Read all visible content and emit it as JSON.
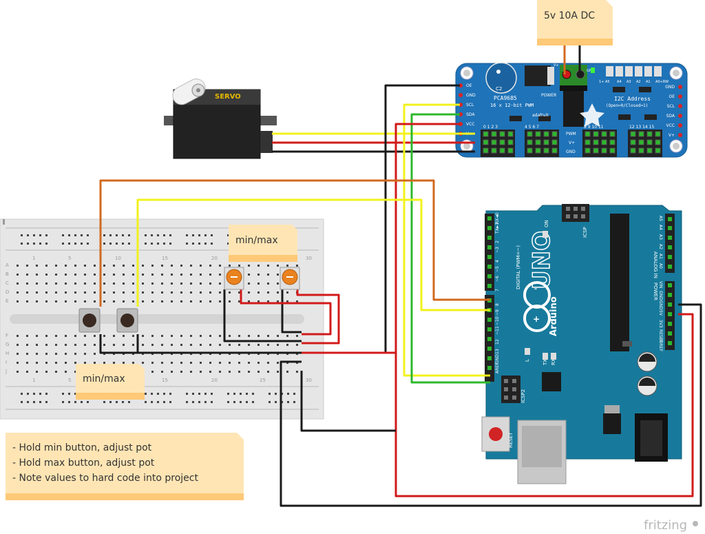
{
  "power_note": {
    "text": "5v 10A DC"
  },
  "servo": {
    "label": "SERVO"
  },
  "pwm_board": {
    "name": "PCA9685",
    "subtitle": "16 x 12-bit PWM",
    "brand": "adafruit",
    "power_label": "POWER",
    "c2_label": "C2",
    "i2c_title": "I2C Address",
    "i2c_sub": "(Open=0/Closed=1)",
    "left_pins": [
      "OE",
      "GND",
      "SCL",
      "SDA",
      "VCC",
      "V+"
    ],
    "right_pins": [
      "GND",
      "OE",
      "SCL",
      "SDA",
      "VCC",
      "V+"
    ],
    "addr_pins": [
      "1+ A5",
      "A4",
      "A3",
      "A2",
      "A1",
      "A0+RW"
    ],
    "row_labels": [
      "PWM",
      "V+",
      "GND"
    ],
    "channel_groups": [
      "0 1 2 3",
      "4 5 6 7",
      "8 9 10 11",
      "12 13 14 15"
    ],
    "terminal_labels": [
      "V+",
      "GND"
    ]
  },
  "arduino": {
    "model": "UNO",
    "brand": "Arduino",
    "on_label": "ON",
    "icsp_label": "ICSP",
    "icsp2_label": "ICSP2",
    "reset_label": "RESET",
    "digital_label": "DIGITAL (PWM=~)",
    "analog_label": "ANALOG IN",
    "power_label": "POWER",
    "l_label": "L",
    "tx_label": "TX",
    "rx_label": "RX",
    "digital_pins": [
      "RX◄0",
      "TX►1",
      "2",
      "~3",
      "4",
      "~5",
      "~6",
      "7",
      "8",
      "~9",
      "~10",
      "~11",
      "12",
      "13",
      "GND",
      "AREF"
    ],
    "analog_pins": [
      "A5",
      "A4",
      "A3",
      "A2",
      "A1",
      "A0"
    ],
    "power_pins": [
      "VIN",
      "GND",
      "GND",
      "5V",
      "3V3",
      "RESET",
      "IOREF"
    ]
  },
  "breadboard": {
    "row_letters": [
      "A",
      "B",
      "C",
      "D",
      "E",
      "F",
      "G",
      "H",
      "I",
      "J"
    ],
    "col_numbers": [
      "1",
      "5",
      "10",
      "15",
      "20",
      "25",
      "30"
    ]
  },
  "pot_note": {
    "text": "min/max"
  },
  "button_note": {
    "text": "min/max"
  },
  "instructions": {
    "lines": [
      "- Hold min button, adjust pot",
      "- Hold max button, adjust pot",
      "- Note values to hard code into project"
    ]
  },
  "watermark": {
    "text": "fritzing"
  },
  "colors": {
    "board_blue": "#1f73b8",
    "arduino_teal": "#177a9c",
    "wire_red": "#d11a1a",
    "wire_black": "#1a1a1a",
    "wire_yellow": "#f2f21c",
    "wire_orange": "#d2691e",
    "wire_green": "#2db82d",
    "note_fill": "#ffe5b4"
  }
}
